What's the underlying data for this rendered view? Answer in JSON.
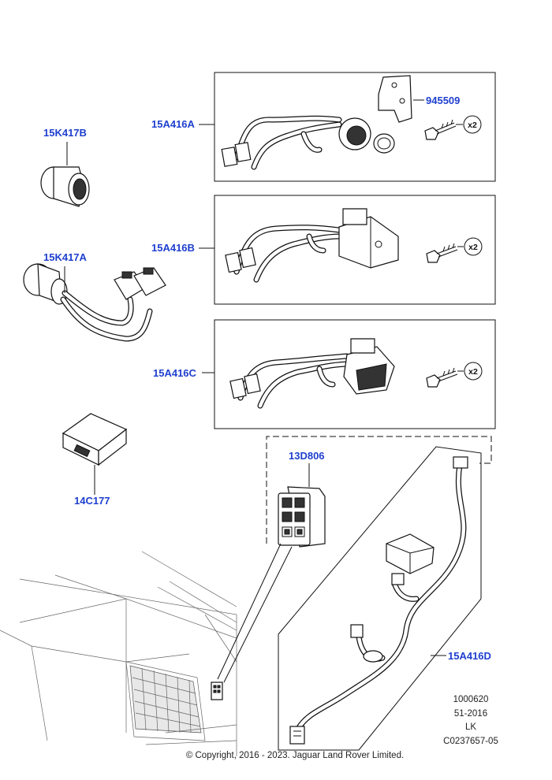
{
  "parts": {
    "harness_a": "15A416A",
    "harness_b": "15A416B",
    "harness_c": "15A416C",
    "harness_d": "15A416D",
    "bracket": "945509",
    "socket_13pin": "15K417B",
    "adapter_harness": "15K417A",
    "module": "14C177",
    "switch_pack": "13D806"
  },
  "quantities": {
    "bolt_a": "x2",
    "bolt_b": "x2",
    "bolt_c": "x2"
  },
  "meta": {
    "ref_number": "1000620",
    "date_code": "51-2016",
    "initials": "LK",
    "image_code": "C0237657-05",
    "copyright": "© Copyright, 2016 - 2023. Jaguar Land Rover Limited."
  }
}
